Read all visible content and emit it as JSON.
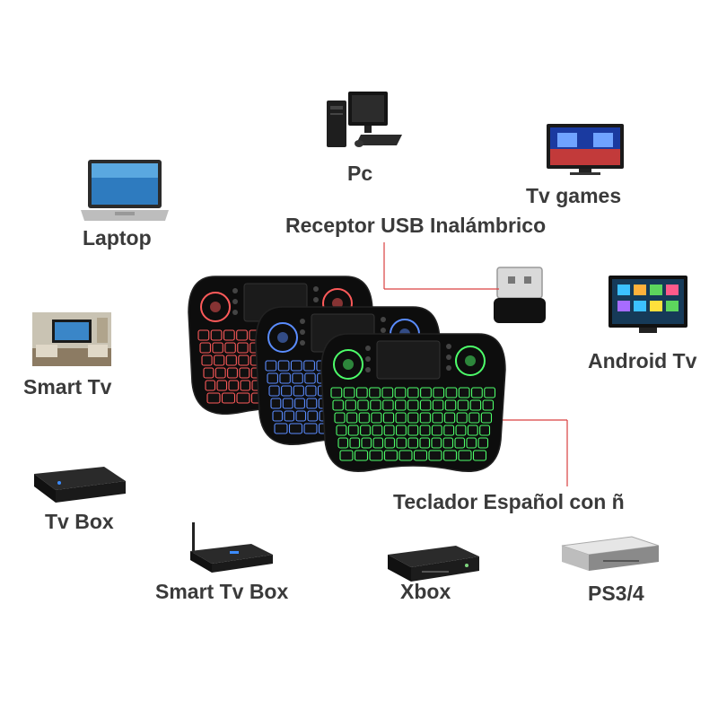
{
  "labels": {
    "pc": "Pc",
    "tv_games": "Tv games",
    "laptop": "Laptop",
    "receiver": "Receptor USB Inalámbrico",
    "android_tv": "Android Tv",
    "smart_tv": "Smart Tv",
    "keyboard_layout": "Teclador Español con ñ",
    "tv_box": "Tv Box",
    "smart_tv_box": "Smart Tv Box",
    "xbox": "Xbox",
    "ps": "PS3/4"
  },
  "keyboard_backlight_colors": [
    "#ff5a5a",
    "#5a8cff",
    "#4dff6a"
  ],
  "leader_line_color": "#d94040",
  "icons": [
    "desktop-pc-icon",
    "tv-games-icon",
    "laptop-icon",
    "usb-receiver-icon",
    "android-tv-icon",
    "smart-tv-room-icon",
    "tv-box-icon",
    "smart-tv-box-icon",
    "xbox-icon",
    "ps-console-icon"
  ]
}
